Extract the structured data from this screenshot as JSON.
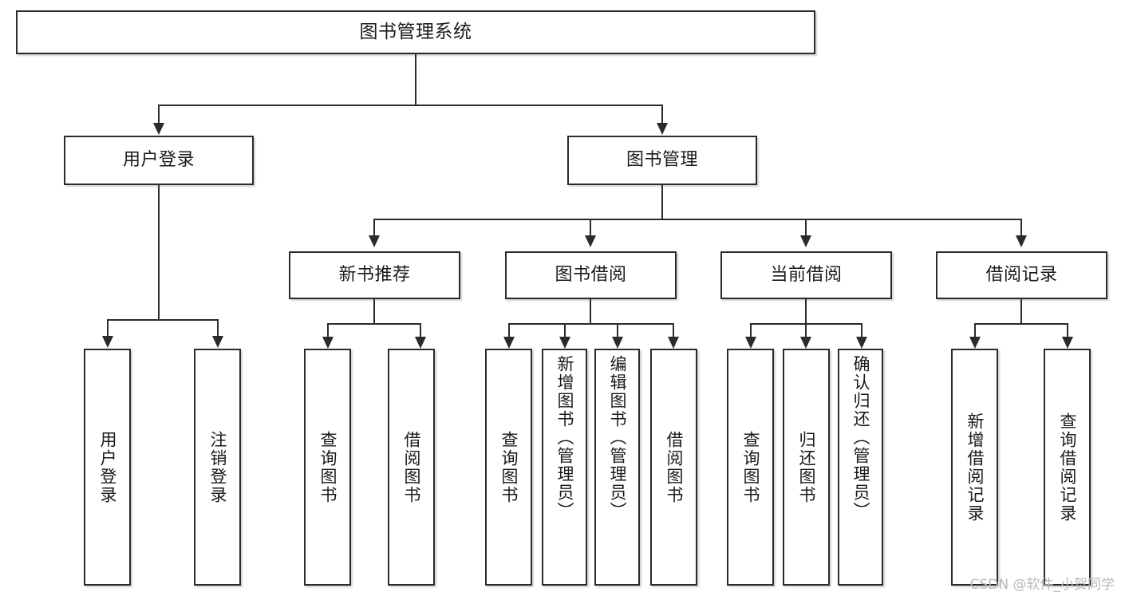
{
  "diagram": {
    "type": "hierarchy-tree",
    "title": "图书管理系统",
    "root": {
      "id": "root",
      "label": "图书管理系统"
    },
    "level2": [
      {
        "id": "user-login",
        "label": "用户登录"
      },
      {
        "id": "book-manage",
        "label": "图书管理"
      }
    ],
    "level3": [
      {
        "id": "new-book-rec",
        "label": "新书推荐",
        "parent": "book-manage"
      },
      {
        "id": "book-borrow",
        "label": "图书借阅",
        "parent": "book-manage"
      },
      {
        "id": "current-borrow",
        "label": "当前借阅",
        "parent": "book-manage"
      },
      {
        "id": "borrow-record",
        "label": "借阅记录",
        "parent": "book-manage"
      }
    ],
    "leaves": [
      {
        "id": "leaf-user-login",
        "label": "用户登录",
        "parent": "user-login"
      },
      {
        "id": "leaf-logout",
        "label": "注销登录",
        "parent": "user-login"
      },
      {
        "id": "leaf-query-book-1",
        "label": "查询图书",
        "parent": "new-book-rec"
      },
      {
        "id": "leaf-borrow-book-1",
        "label": "借阅图书",
        "parent": "new-book-rec"
      },
      {
        "id": "leaf-query-book-2",
        "label": "查询图书",
        "parent": "book-borrow"
      },
      {
        "id": "leaf-add-book",
        "label": "新增图书（管理员）",
        "parent": "book-borrow"
      },
      {
        "id": "leaf-edit-book",
        "label": "编辑图书（管理员）",
        "parent": "book-borrow"
      },
      {
        "id": "leaf-borrow-book-2",
        "label": "借阅图书",
        "parent": "book-borrow"
      },
      {
        "id": "leaf-query-book-3",
        "label": "查询图书",
        "parent": "current-borrow"
      },
      {
        "id": "leaf-return-book",
        "label": "归还图书",
        "parent": "current-borrow"
      },
      {
        "id": "leaf-confirm-return",
        "label": "确认归还（管理员）",
        "parent": "current-borrow"
      },
      {
        "id": "leaf-add-record",
        "label": "新增借阅记录",
        "parent": "borrow-record"
      },
      {
        "id": "leaf-query-record",
        "label": "查询借阅记录",
        "parent": "borrow-record"
      }
    ],
    "colors": {
      "box_border": "#2b2b2b",
      "box_fill": "#ffffff",
      "connector": "#2b2b2b",
      "text": "#1a1a1a",
      "watermark": "#b9b9b9",
      "background": "#ffffff"
    }
  },
  "watermark": {
    "text": "CSDN @软件_小贺同学"
  }
}
